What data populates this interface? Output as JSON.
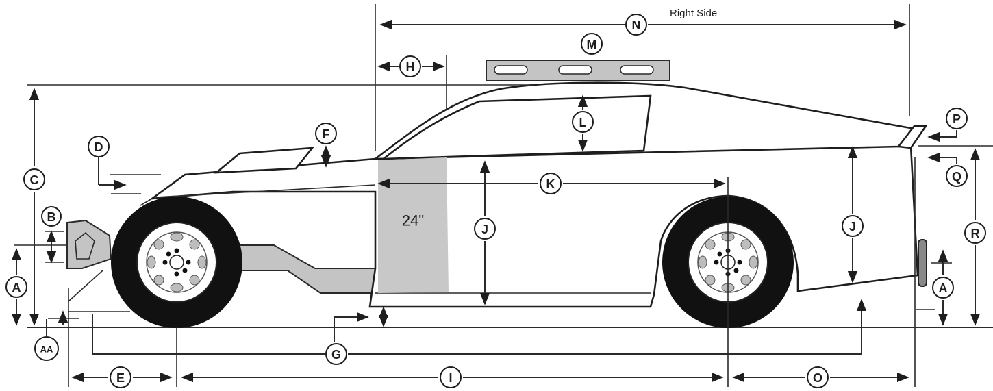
{
  "caption": "Right Side",
  "door_width": "24\"",
  "labels": {
    "A": "A",
    "AA": "AA",
    "B": "B",
    "C": "C",
    "D": "D",
    "E": "E",
    "F": "F",
    "G": "G",
    "H": "H",
    "I": "I",
    "J": "J",
    "K": "K",
    "L": "L",
    "M": "M",
    "N": "N",
    "O": "O",
    "P": "P",
    "Q": "Q",
    "R": "R"
  }
}
